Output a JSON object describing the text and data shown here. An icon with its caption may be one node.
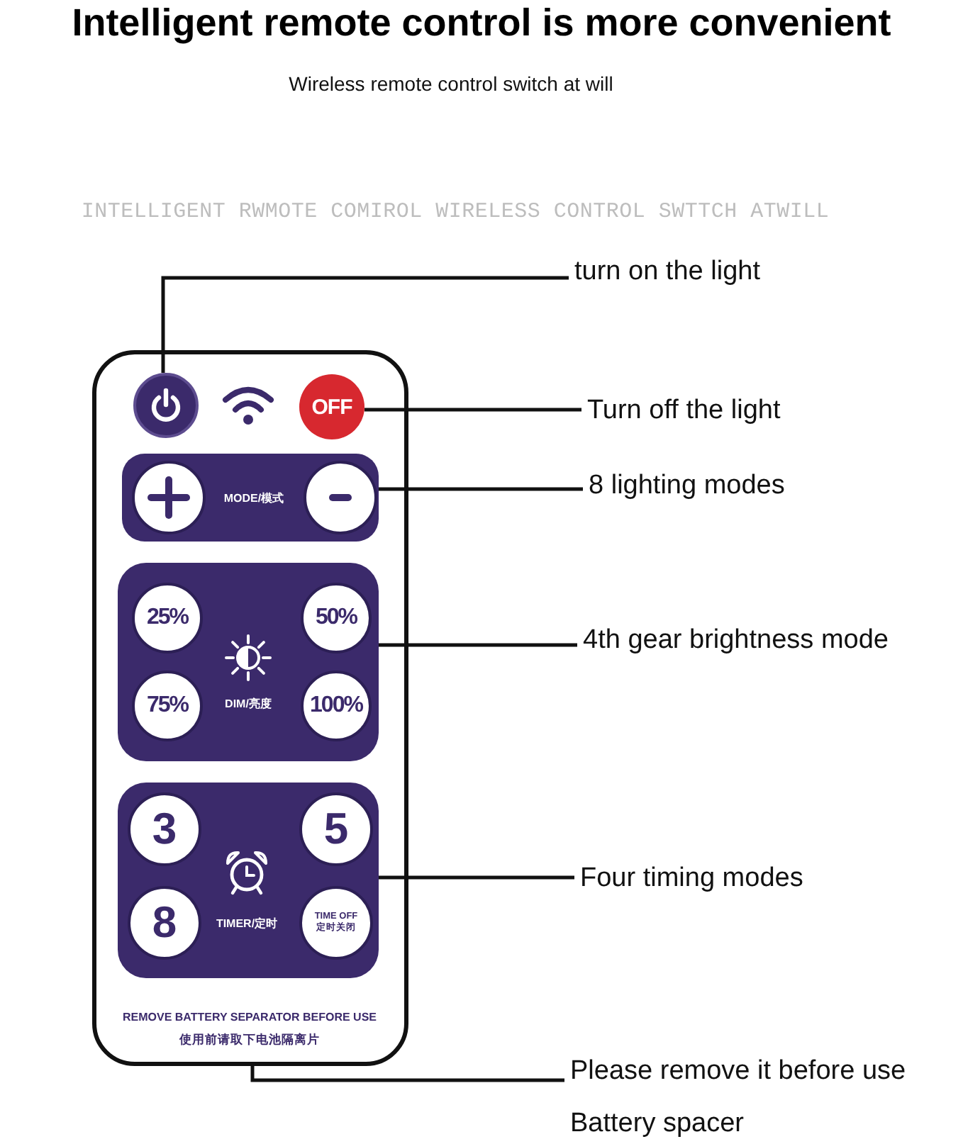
{
  "diagram": {
    "title": "Intelligent remote control is more convenient",
    "nodes": [
      {
        "text": [
          "REMOVE BATTERY SEPARATOR BEFORE USE",
          "使用前请取下电池隔离片"
        ]
      },
      {
        "text": [],
        "shape": "circle",
        "in": 0
      },
      {
        "text": [
          "OFF"
        ],
        "in": 0
      },
      {
        "text": [
          "MODE/模式"
        ],
        "in": 0
      },
      {
        "text": [],
        "shape": "circle",
        "in": 3
      },
      {
        "text": [],
        "shape": "circle",
        "in": 3
      },
      {
        "text": [
          "DIM/亮度"
        ],
        "in": 0
      },
      {
        "text": [
          "25%"
        ],
        "in": 6
      },
      {
        "text": [
          "50%"
        ],
        "in": 6
      },
      {
        "text": [
          "75%"
        ],
        "in": 6
      },
      {
        "text": [
          "100%"
        ],
        "in": 6
      },
      {
        "text": [
          "TIMER/定时"
        ],
        "in": 0
      },
      {
        "text": [
          "3"
        ],
        "in": 11
      },
      {
        "text": [
          "5"
        ],
        "in": 11
      },
      {
        "text": [
          "8"
        ],
        "in": 11
      },
      {
        "text": [
          "TIME OFF",
          "定时关闭"
        ],
        "in": 11
      },
      {
        "text": [
          "turn on the light"
        ]
      },
      {
        "text": [
          "Turn off the light"
        ]
      },
      {
        "text": [
          "8 lighting modes"
        ]
      },
      {
        "text": [
          "4th gear brightness mode"
        ]
      },
      {
        "text": [
          "Four timing modes"
        ]
      },
      {
        "text": [
          "Please remove it before use",
          "Battery spacer"
        ]
      }
    ],
    "edges": [
      {
        "from": 16,
        "to": 1,
        "arrow": "none"
      },
      {
        "from": 17,
        "to": 2,
        "arrow": "none"
      },
      {
        "from": 18,
        "to": 3,
        "arrow": "none"
      },
      {
        "from": 19,
        "to": 6,
        "arrow": "none"
      },
      {
        "from": 20,
        "to": 11,
        "arrow": "none"
      },
      {
        "from": 21,
        "to": 0,
        "arrow": "none"
      }
    ],
    "labels": [
      "Wireless remote control switch at will",
      "INTELLIGENT RWMOTE COMIROL WIRELESS CONTROL SWTTCH ATWILL"
    ]
  }
}
